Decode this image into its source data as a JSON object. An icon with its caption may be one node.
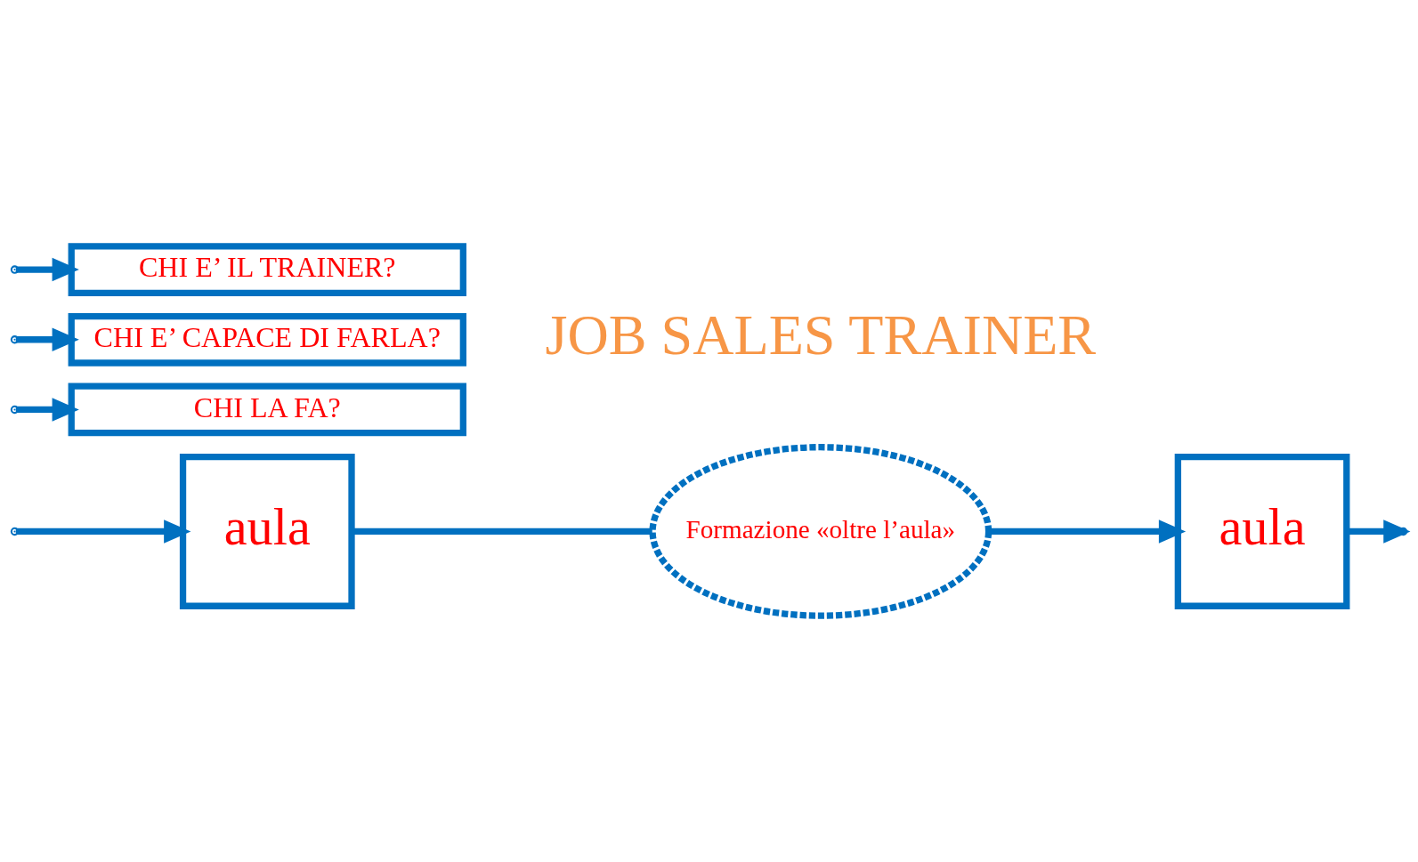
{
  "diagram": {
    "nodes": [
      {
        "text": [
          "aula"
        ]
      },
      {
        "text": [
          "Formazione «oltre l’aula»"
        ]
      },
      {
        "text": [
          "aula"
        ]
      },
      {
        "text": [
          "CHI LA FA?"
        ]
      },
      {
        "text": [
          "CHI E’ CAPACE DI FARLA?"
        ]
      },
      {
        "text": [
          "CHI E’ IL TRAINER?"
        ]
      }
    ],
    "edges": [
      {
        "from": null,
        "to": 0,
        "arrow": "to"
      },
      {
        "from": 0,
        "to": 1,
        "arrow": "none"
      },
      {
        "from": 1,
        "to": 2,
        "arrow": "to"
      },
      {
        "from": 2,
        "to": null,
        "arrow": "to"
      },
      {
        "from": null,
        "to": 3,
        "arrow": "to"
      },
      {
        "from": null,
        "to": 4,
        "arrow": "to"
      },
      {
        "from": null,
        "to": 5,
        "arrow": "to"
      }
    ],
    "labels": [
      "JOB SALES TRAINER"
    ]
  }
}
